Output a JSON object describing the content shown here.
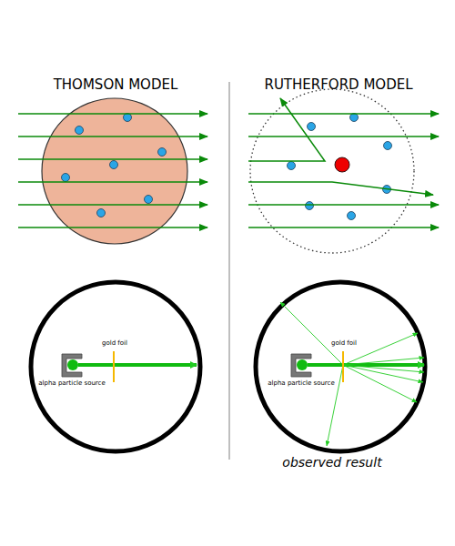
{
  "diagram": {
    "labels": [
      "THOMSON MODEL",
      "RUTHERFORD MODEL",
      "gold foil",
      "alpha particle source",
      "gold foil",
      "alpha particle source",
      "observed result"
    ]
  }
}
